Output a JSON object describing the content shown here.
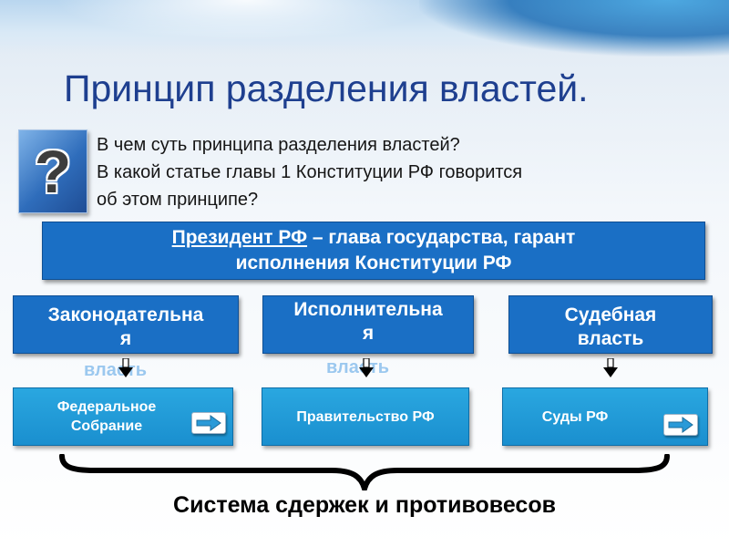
{
  "title": "Принцип разделения властей.",
  "question_icon": {
    "icon": "question-mark-icon",
    "glyph": "?"
  },
  "questions": [
    "В чем суть принципа разделения властей?",
    "В какой статье главы 1 Конституции РФ говорится",
    "об этом принципе?"
  ],
  "president": {
    "link_text": "Президент РФ",
    "line1_rest": " – глава государства, гарант",
    "line2": "исполнения Конституции РФ"
  },
  "branches": [
    {
      "line1": "Законодательна",
      "line2": "я",
      "ghost": "власть"
    },
    {
      "line1": "Исполнительна",
      "line2": "я",
      "ghost": "власть"
    },
    {
      "line1": "Судебная",
      "line2": "власть"
    }
  ],
  "organs": [
    {
      "line1": "Федеральное",
      "line2": "Собрание",
      "icon": "arrow-right-icon"
    },
    {
      "label": "Правительство РФ"
    },
    {
      "label": "Суды РФ",
      "icon": "arrow-right-icon"
    }
  ],
  "system_label": "Система сдержек и противовесов",
  "colors": {
    "title": "#1e3f8f",
    "box": "#1a6fc5",
    "organ": "#1a8fcf",
    "ghost": "#5ea7e6"
  }
}
